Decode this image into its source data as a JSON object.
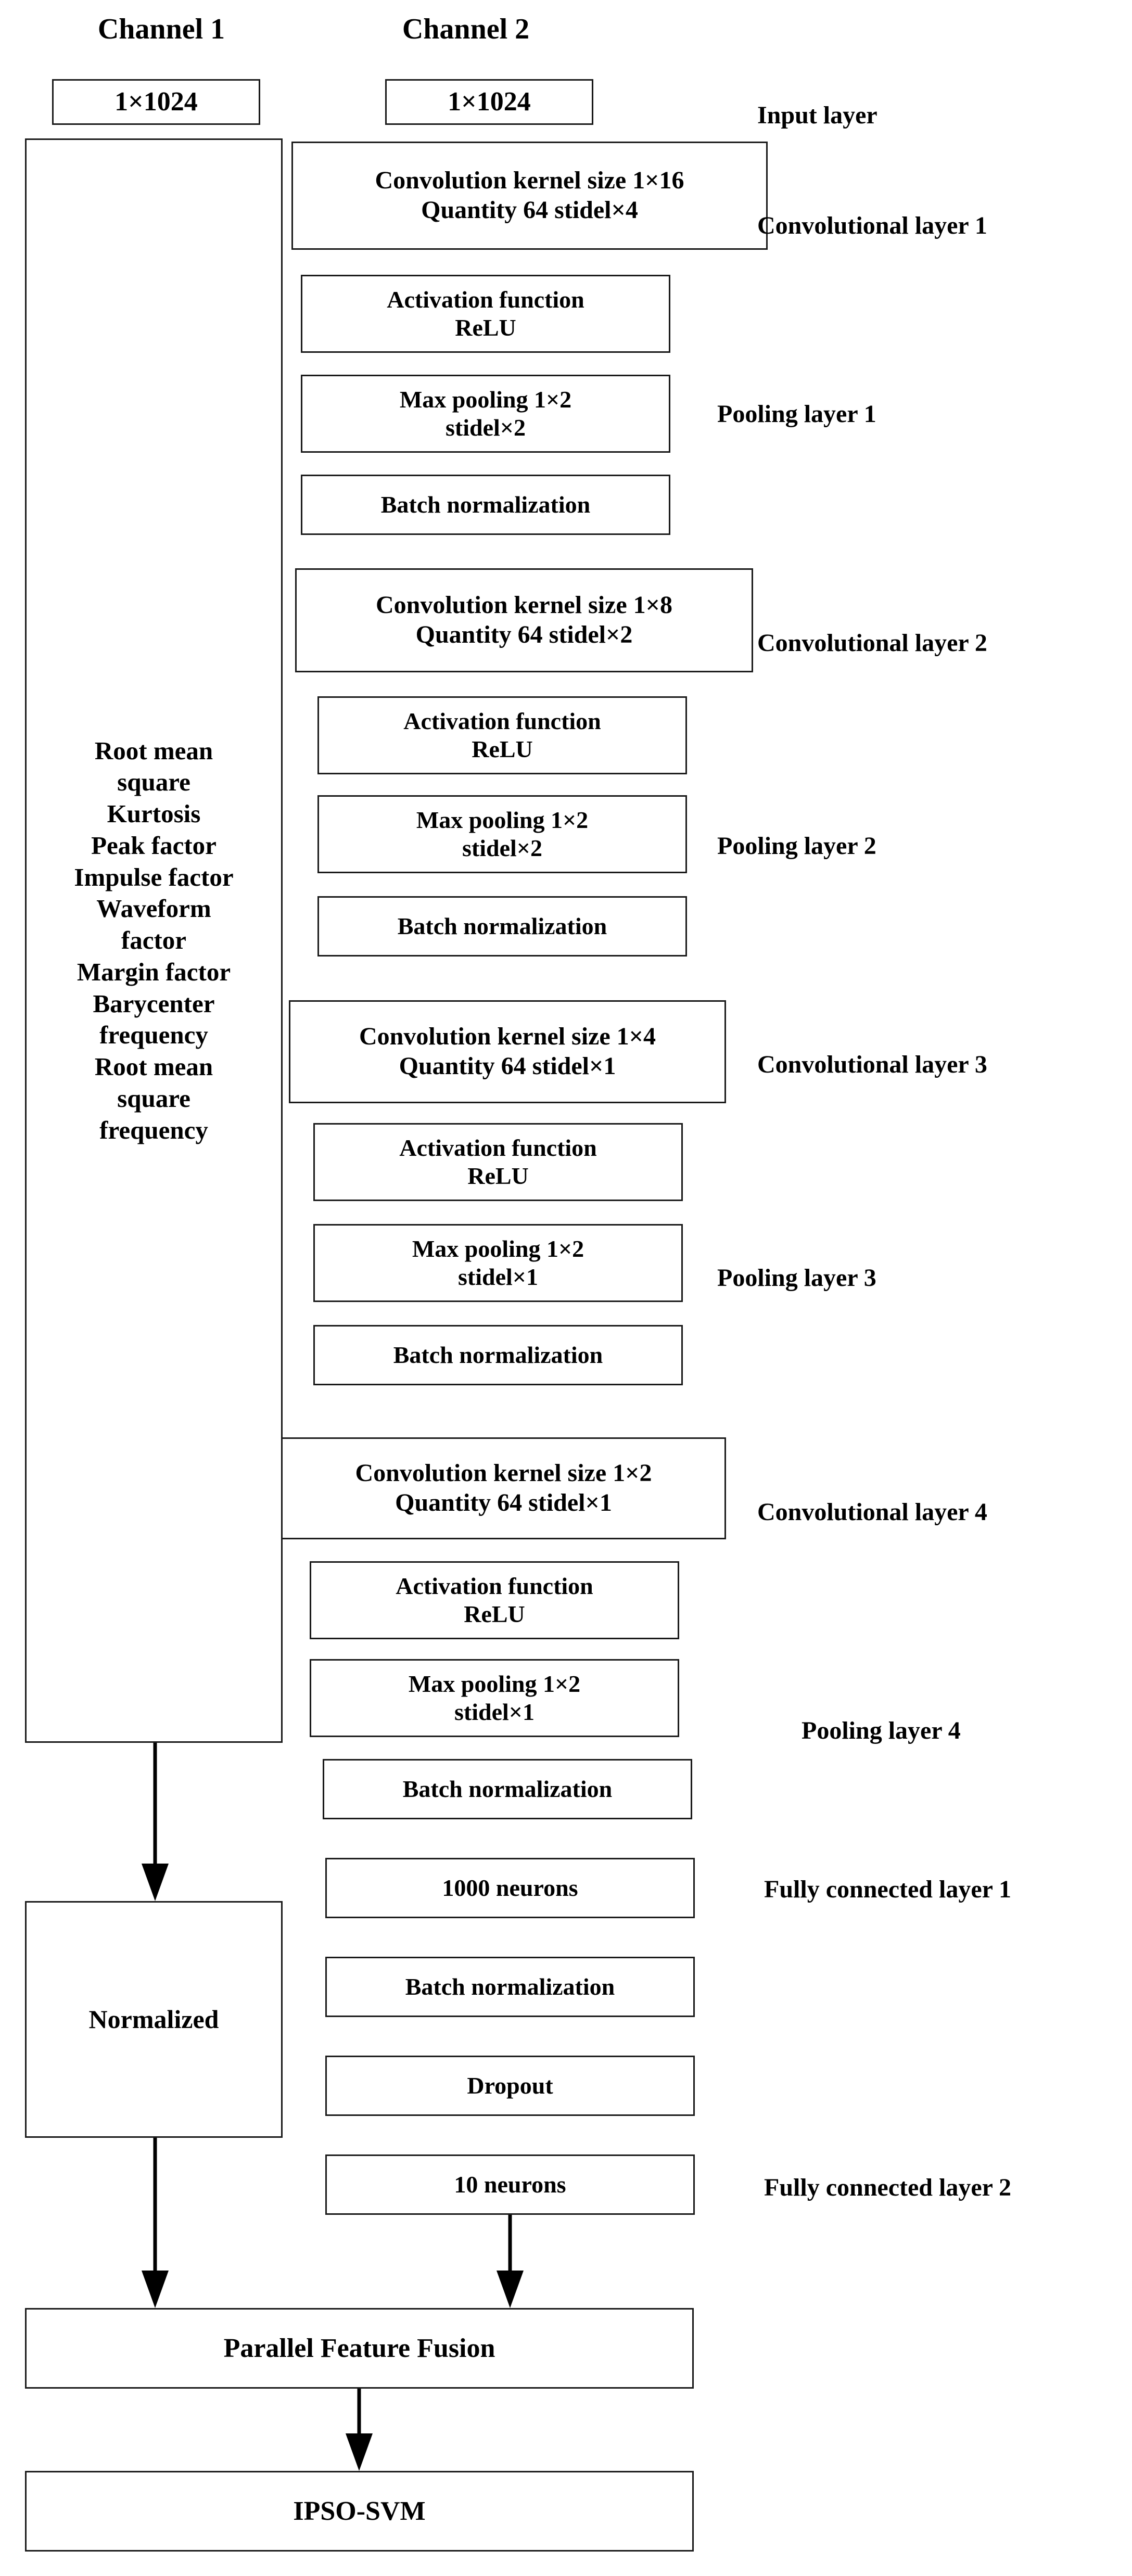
{
  "diagram": {
    "title_channel_1": "Channel 1",
    "title_channel_2": "Channel 2",
    "input_ch1": "1×1024",
    "input_ch2": "1×1024",
    "features": [
      "Root mean",
      "square",
      "Kurtosis",
      "Peak factor",
      "Impulse factor",
      "Waveform",
      "factor",
      "Margin factor",
      "Barycenter",
      "frequency",
      "Root mean",
      "square",
      "frequency"
    ],
    "normalized": "Normalized",
    "blocks": [
      {
        "conv_line1": "Convolution kernel size 1×16",
        "conv_line2": "Quantity 64 stidel×4",
        "activation_line1": "Activation function",
        "activation_line2": "ReLU",
        "pool_line1": "Max pooling 1×2",
        "pool_line2": "stidel×2",
        "batchnorm": "Batch normalization"
      },
      {
        "conv_line1": "Convolution kernel size 1×8",
        "conv_line2": "Quantity 64 stidel×2",
        "activation_line1": "Activation function",
        "activation_line2": "ReLU",
        "pool_line1": "Max pooling 1×2",
        "pool_line2": "stidel×2",
        "batchnorm": "Batch normalization"
      },
      {
        "conv_line1": "Convolution kernel size 1×4",
        "conv_line2": "Quantity 64 stidel×1",
        "activation_line1": "Activation function",
        "activation_line2": "ReLU",
        "pool_line1": "Max pooling 1×2",
        "pool_line2": "stidel×1",
        "batchnorm": "Batch normalization"
      },
      {
        "conv_line1": "Convolution kernel size 1×2",
        "conv_line2": "Quantity 64 stidel×1",
        "activation_line1": "Activation function",
        "activation_line2": "ReLU",
        "pool_line1": "Max pooling 1×2",
        "pool_line2": "stidel×1",
        "batchnorm": "Batch normalization"
      }
    ],
    "fc": {
      "neurons_1000": "1000 neurons",
      "batchnorm": "Batch normalization",
      "dropout": "Dropout",
      "neurons_10": "10 neurons"
    },
    "fusion": "Parallel Feature Fusion",
    "classifier": "IPSO-SVM",
    "side_labels": {
      "input_layer": "Input layer",
      "conv_layer_1": "Convolutional layer 1",
      "pool_layer_1": "Pooling layer 1",
      "conv_layer_2": "Convolutional layer 2",
      "pool_layer_2": "Pooling layer 2",
      "conv_layer_3": "Convolutional layer 3",
      "pool_layer_3": "Pooling layer 3",
      "conv_layer_4": "Convolutional layer 4",
      "pool_layer_4": "Pooling layer 4",
      "fc_layer_1": "Fully connected layer 1",
      "fc_layer_2": "Fully connected layer 2"
    },
    "colors": {
      "stroke": "#1a1a1a",
      "text": "#000000",
      "background": "#ffffff"
    }
  }
}
